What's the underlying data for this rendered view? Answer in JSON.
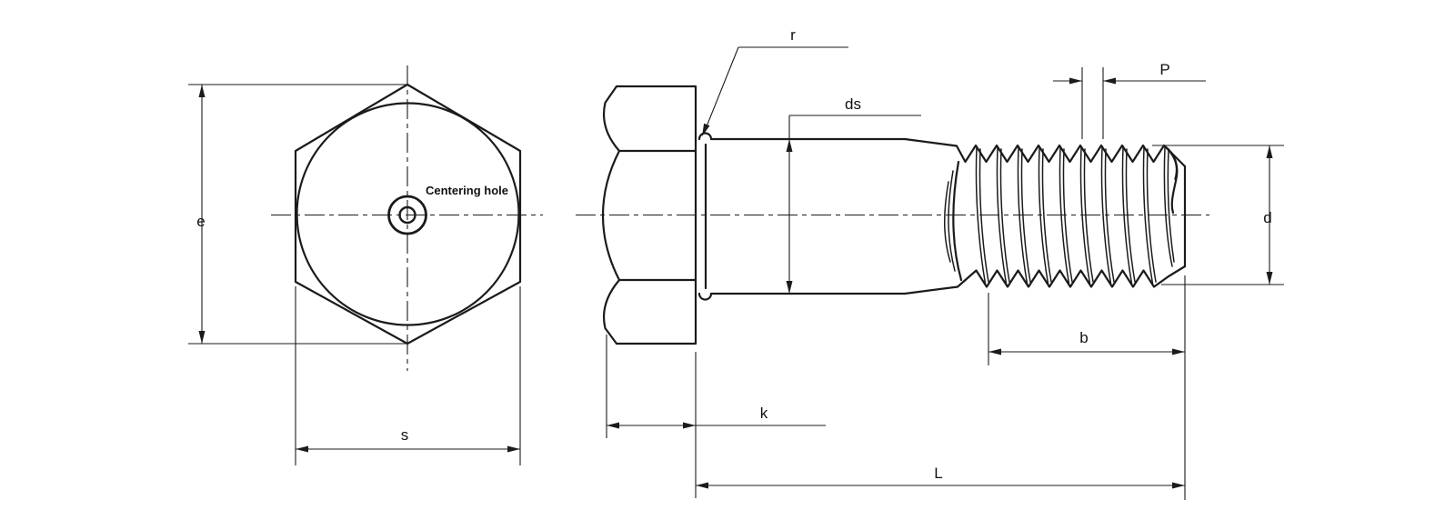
{
  "drawing": {
    "type": "technical-drawing",
    "subject": "hex head bolt, front and side views",
    "front_view": {
      "note_label": "Centering hole",
      "dimensions": {
        "e": "e",
        "s": "s"
      }
    },
    "side_view": {
      "dimensions": {
        "r": "r",
        "ds": "ds",
        "P": "P",
        "d": "d",
        "b": "b",
        "k": "k",
        "L": "L"
      }
    },
    "colors": {
      "line": "#1b1b1b",
      "background": "#ffffff"
    }
  }
}
